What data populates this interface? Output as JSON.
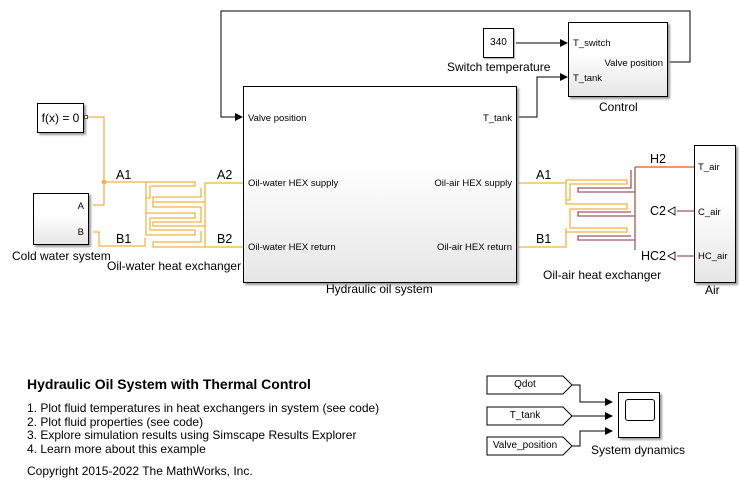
{
  "colors": {
    "oil_line": "#f0b545",
    "air_hot_line": "#e8551c",
    "air_line": "#a05a5e",
    "signal_line": "#000000"
  },
  "blocks": {
    "constant_fx": {
      "label": "f(x) = 0"
    },
    "cold_water": {
      "caption": "Cold water system",
      "ports": {
        "a": "A",
        "b": "B"
      }
    },
    "oil_water_hex": {
      "caption": "Oil-water heat exchanger",
      "ports": {
        "a1": "A1",
        "b1": "B1",
        "a2": "A2",
        "b2": "B2"
      }
    },
    "hydraulic": {
      "caption": "Hydraulic oil system",
      "ports": {
        "valve_position": "Valve position",
        "t_tank": "T_tank",
        "ow_supply": "Oil-water HEX supply",
        "ow_return": "Oil-water HEX return",
        "oa_supply": "Oil-air HEX supply",
        "oa_return": "Oil-air HEX return"
      }
    },
    "switch_temp": {
      "value": "340",
      "caption": "Switch temperature"
    },
    "control": {
      "caption": "Control",
      "ports": {
        "t_switch": "T_switch",
        "t_tank": "T_tank",
        "valve_position": "Valve position"
      }
    },
    "oil_air_hex": {
      "caption": "Oil-air heat exchanger",
      "ports": {
        "a1": "A1",
        "b1": "B1",
        "h2": "H2",
        "c2": "C2",
        "hc2": "HC2"
      }
    },
    "air": {
      "caption": "Air",
      "ports": {
        "t_air": "T_air",
        "c_air": "C_air",
        "hc_air": "HC_air"
      }
    },
    "scope": {
      "caption": "System dynamics"
    },
    "from_tags": [
      "Qdot",
      "T_tank",
      "Valve_position"
    ]
  },
  "notes": {
    "title": "Hydraulic Oil System with Thermal Control",
    "items": [
      "1. Plot fluid temperatures in heat exchangers in system (see code)",
      "2. Plot fluid properties (see code)",
      "3. Explore simulation results using Simscape Results Explorer",
      "4. Learn more about this example"
    ],
    "copyright": "Copyright 2015-2022 The MathWorks, Inc."
  }
}
